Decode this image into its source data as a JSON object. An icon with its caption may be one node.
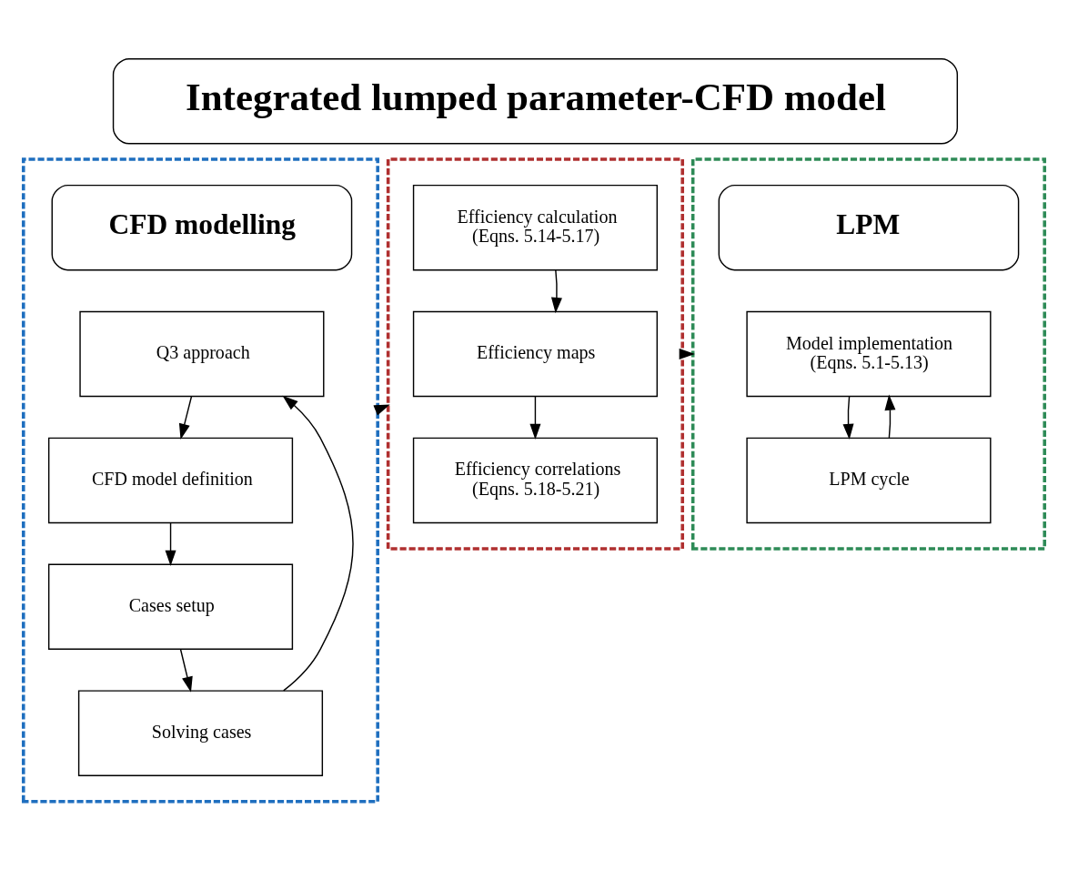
{
  "diagram": {
    "nodes": [
      {
        "text": [
          "Integrated lumped parameter-CFD model"
        ]
      },
      {
        "text": [],
        "shape": "box"
      },
      {
        "text": [
          "CFD modelling"
        ],
        "in": 1
      },
      {
        "text": [
          "Q3 approach"
        ],
        "in": 1
      },
      {
        "text": [
          "CFD model definition"
        ],
        "in": 1
      },
      {
        "text": [
          "Cases setup"
        ],
        "in": 1
      },
      {
        "text": [
          "Solving cases"
        ],
        "in": 1
      },
      {
        "text": [],
        "shape": "box"
      },
      {
        "text": [
          "Efficiency calculation",
          "(Eqns. 5.14-5.17)"
        ],
        "in": 7
      },
      {
        "text": [
          "Efficiency maps"
        ],
        "in": 7
      },
      {
        "text": [
          "Efficiency correlations",
          "(Eqns. 5.18-5.21)"
        ],
        "in": 7
      },
      {
        "text": [],
        "shape": "box"
      },
      {
        "text": [
          "LPM"
        ],
        "in": 11
      },
      {
        "text": [
          "Model implementation",
          "(Eqns. 5.1-5.13)"
        ],
        "in": 11
      },
      {
        "text": [
          "LPM cycle"
        ],
        "in": 11
      }
    ],
    "edges": [
      {
        "from": 3,
        "to": 4,
        "arrow": "to"
      },
      {
        "from": 4,
        "to": 5,
        "arrow": "to"
      },
      {
        "from": 5,
        "to": 6,
        "arrow": "to"
      },
      {
        "from": 6,
        "to": 3,
        "arrow": "to"
      },
      {
        "from": 1,
        "to": 7,
        "arrow": "to"
      },
      {
        "from": 8,
        "to": 9,
        "arrow": "to"
      },
      {
        "from": 9,
        "to": 10,
        "arrow": "to"
      },
      {
        "from": 7,
        "to": 11,
        "arrow": "to"
      },
      {
        "from": 13,
        "to": 14,
        "arrow": "to"
      },
      {
        "from": 14,
        "to": 13,
        "arrow": "to"
      }
    ]
  }
}
